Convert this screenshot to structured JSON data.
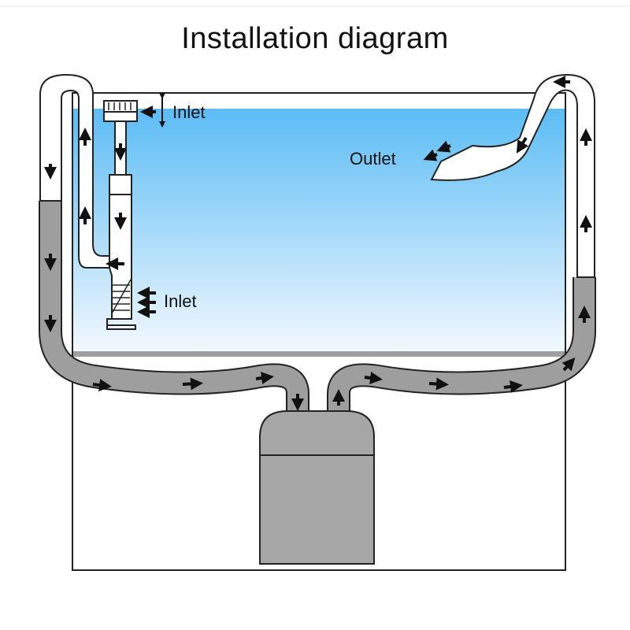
{
  "title": "Installation diagram",
  "labels": {
    "inlet_top": "Inlet",
    "inlet_bottom": "Inlet",
    "outlet": "Outlet"
  },
  "colors": {
    "water_top": "#5bbcf5",
    "water_bottom": "#f2f8fd",
    "hose": "#9e9e9e",
    "canister": "#a6a6a6",
    "outline": "#222222"
  }
}
